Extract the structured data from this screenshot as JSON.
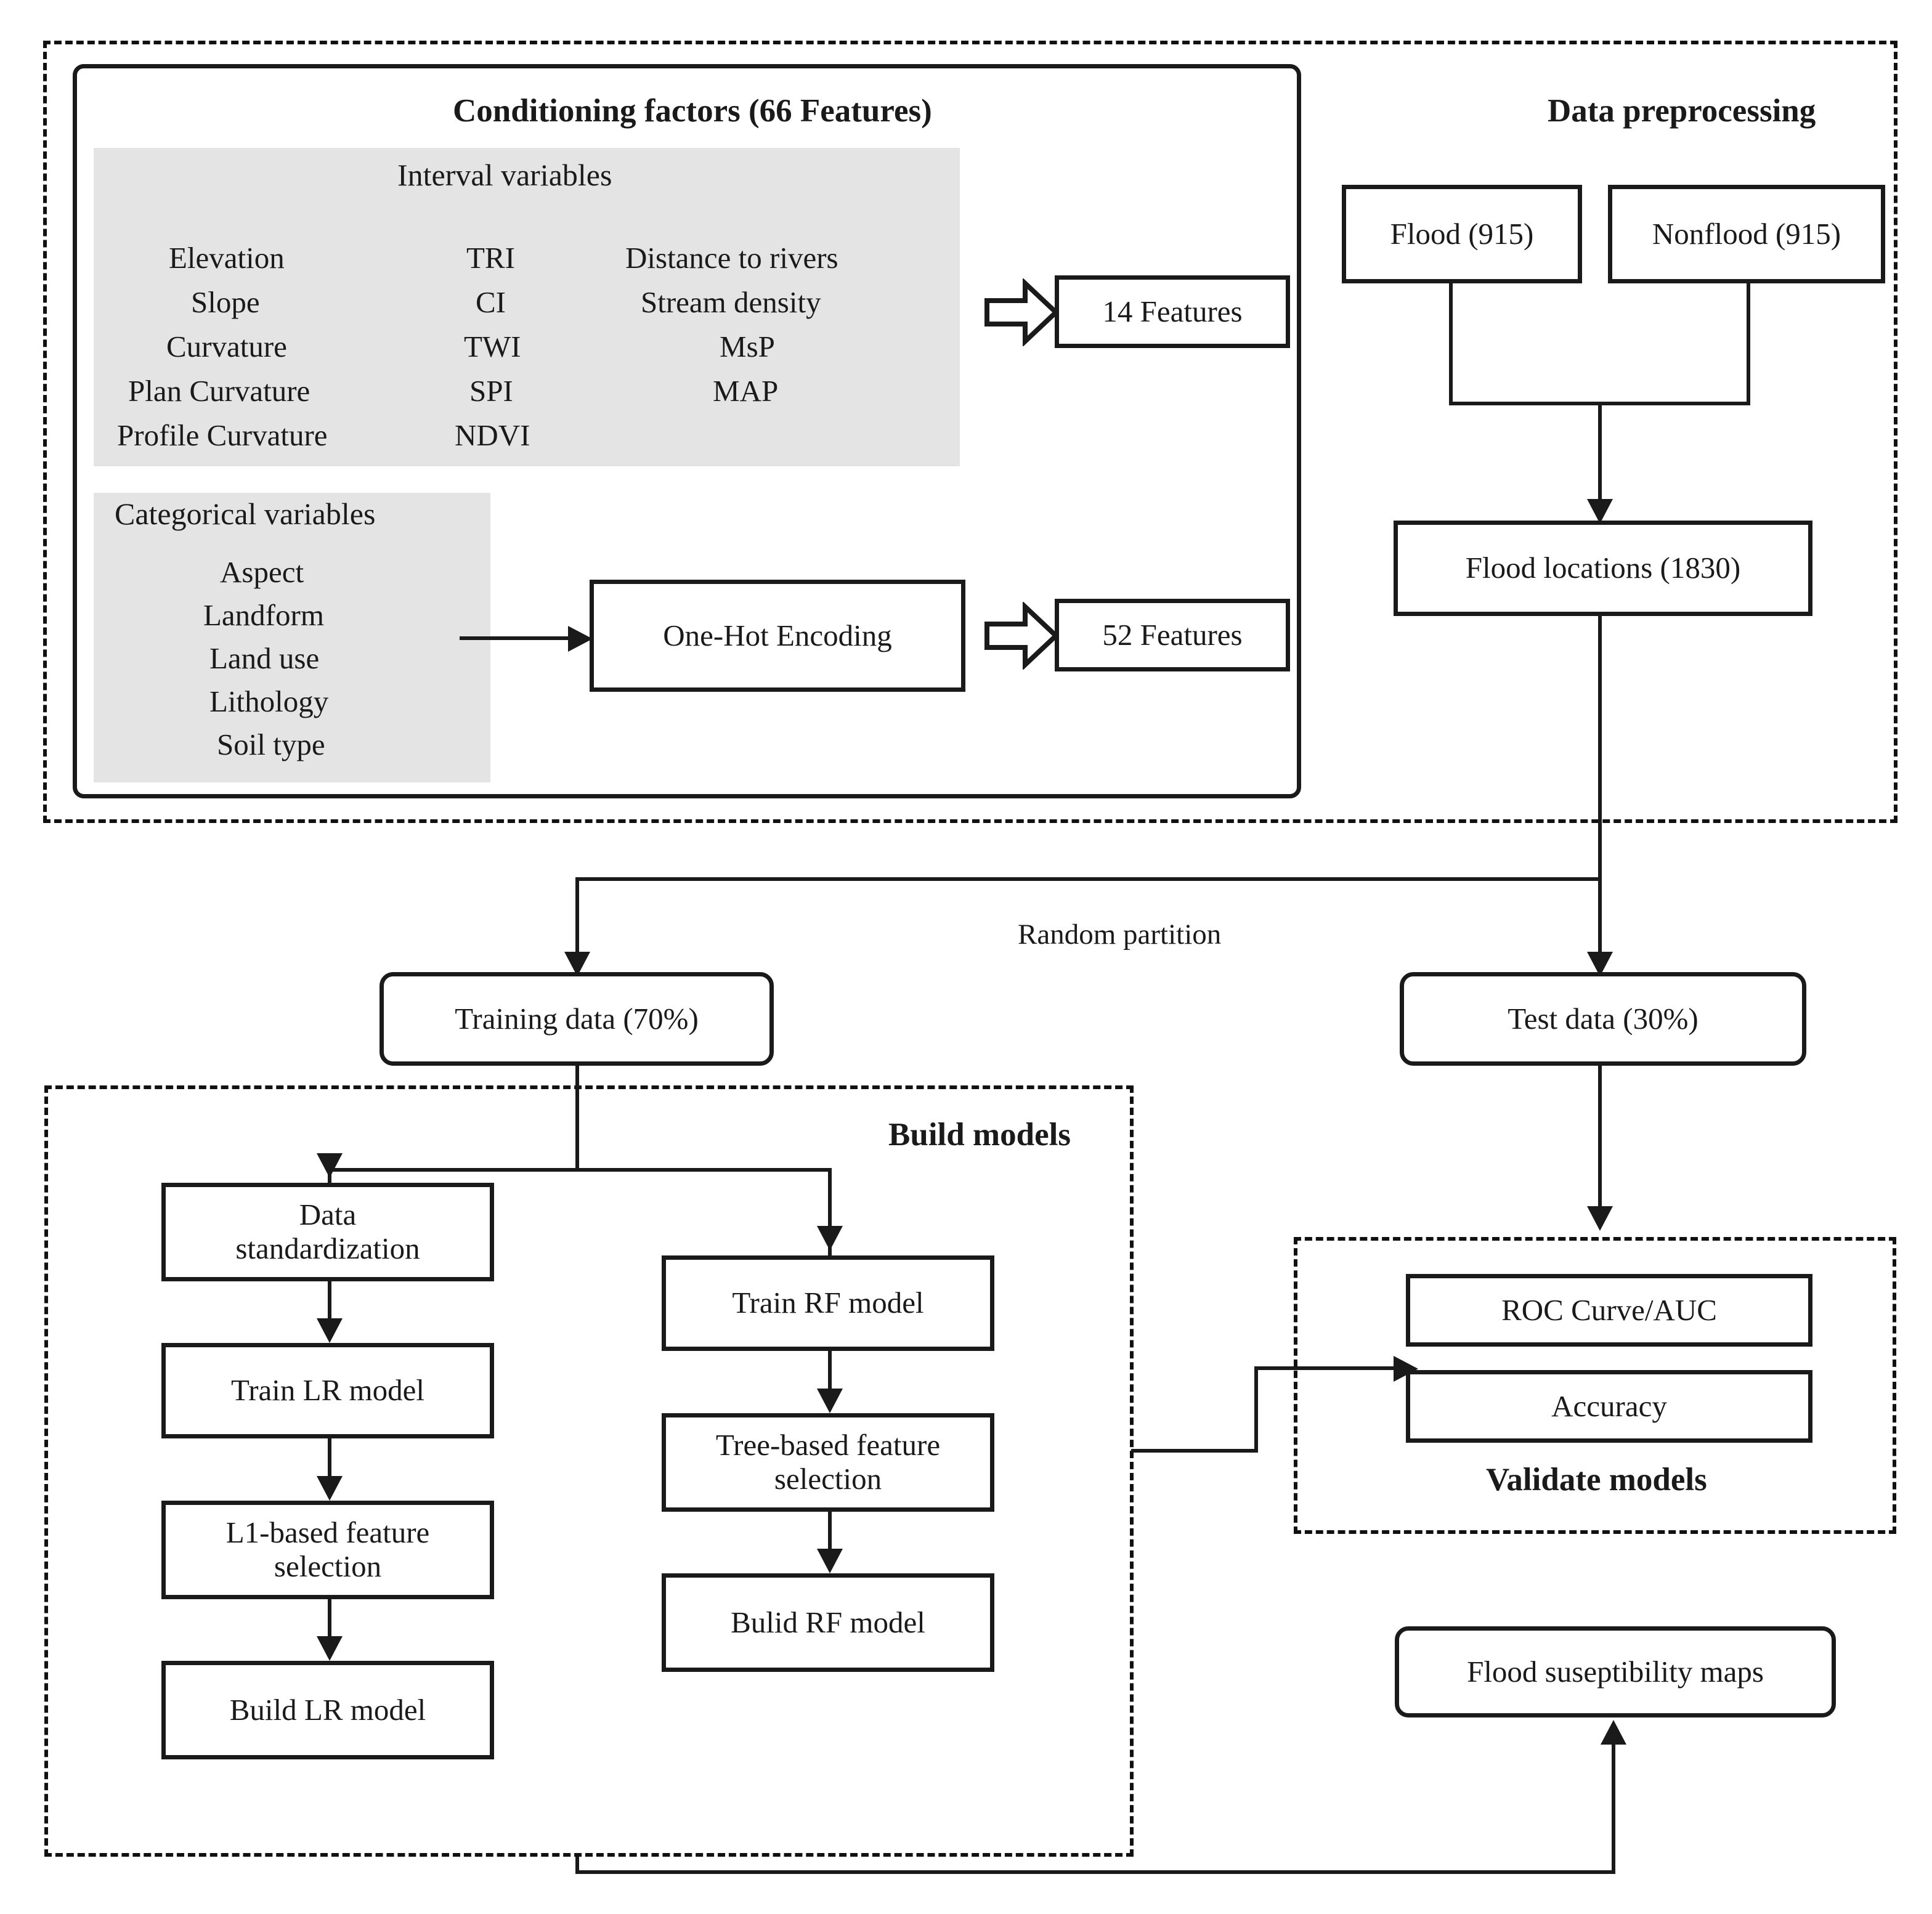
{
  "groups": {
    "conditioning_factors": {
      "title": "Conditioning factors (66 Features)",
      "interval_title": "Interval variables",
      "interval_columns": [
        [
          "Elevation",
          "Slope",
          "Curvature",
          "Plan Curvature",
          "Profile Curvature"
        ],
        [
          "TRI",
          "CI",
          "TWI",
          "SPI",
          "NDVI"
        ],
        [
          "Distance to rivers",
          "Stream density",
          "MsP",
          "MAP"
        ]
      ],
      "categorical_title": "Categorical variables",
      "categorical_items": [
        "Aspect",
        "Landform",
        "Land use",
        "Lithology",
        "Soil type"
      ]
    },
    "data_preprocessing": {
      "title": "Data preprocessing"
    },
    "build_models": {
      "title": "Build models"
    },
    "validate_models": {
      "title": "Validate models"
    }
  },
  "nodes": {
    "features_14": "14 Features",
    "features_52": "52 Features",
    "one_hot_encoding": "One-Hot Encoding",
    "flood": "Flood (915)",
    "nonflood": "Nonflood (915)",
    "flood_locations": "Flood locations  (1830)",
    "training_data": "Training data (70%)",
    "test_data": "Test data (30%)",
    "data_standardization": "Data\nstandardization",
    "train_lr": "Train LR model",
    "l1_feature_selection": "L1-based feature\nselection",
    "build_lr": "Build LR model",
    "train_rf": "Train RF model",
    "tree_feature_selection": "Tree-based feature\nselection",
    "build_rf": "Bulid RF model",
    "roc_auc": "ROC Curve/AUC",
    "accuracy": "Accuracy",
    "flood_susceptibility_maps": "Flood suseptibility maps"
  },
  "edges": {
    "random_partition": "Random partition"
  },
  "colors": {
    "stroke": "#1a1a1a",
    "panel_fill": "#e4e4e4",
    "background": "#ffffff"
  }
}
